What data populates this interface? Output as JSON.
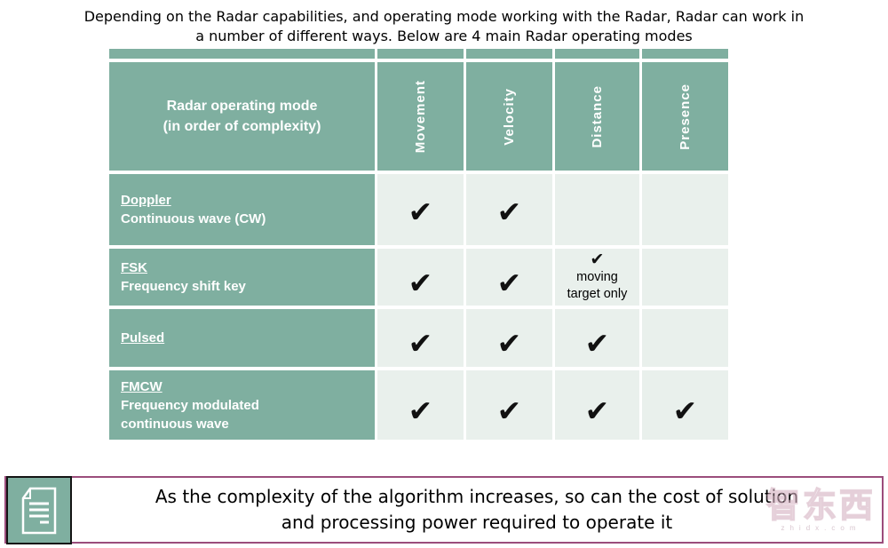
{
  "title": {
    "text": "Depending on the Radar capabilities, and operating mode working with the Radar, Radar can work in\na number of different ways. Below are 4 main Radar operating modes"
  },
  "table": {
    "corner_header": "Radar operating mode\n(in order of complexity)",
    "column_headers": [
      "Movement",
      "Velocity",
      "Distance",
      "Presence"
    ],
    "check_glyph": "✔",
    "rows": [
      {
        "name": "Doppler",
        "desc": "Continuous wave (CW)",
        "checks": [
          "✔",
          "✔",
          "",
          ""
        ]
      },
      {
        "name": "FSK",
        "desc": "Frequency shift key",
        "checks": [
          "✔",
          "✔",
          "✔",
          ""
        ],
        "distance_note": "moving\ntarget only"
      },
      {
        "name": "Pulsed",
        "desc": "",
        "checks": [
          "✔",
          "✔",
          "✔",
          ""
        ]
      },
      {
        "name": "FMCW",
        "desc": "Frequency modulated\ncontinuous wave",
        "checks": [
          "✔",
          "✔",
          "✔",
          "✔"
        ]
      }
    ]
  },
  "note": {
    "text": "As the complexity of the algorithm increases, so can the cost of solution\nand processing power required to operate it"
  },
  "watermark": {
    "text": "智东西",
    "subtext": "zhidx.com"
  },
  "colors": {
    "header_green": "#7FAFA0",
    "cell_bg": "#E9F0EC",
    "note_border": "#9B4D7C",
    "check_color": "#111111",
    "text_white": "#FFFFFF"
  }
}
